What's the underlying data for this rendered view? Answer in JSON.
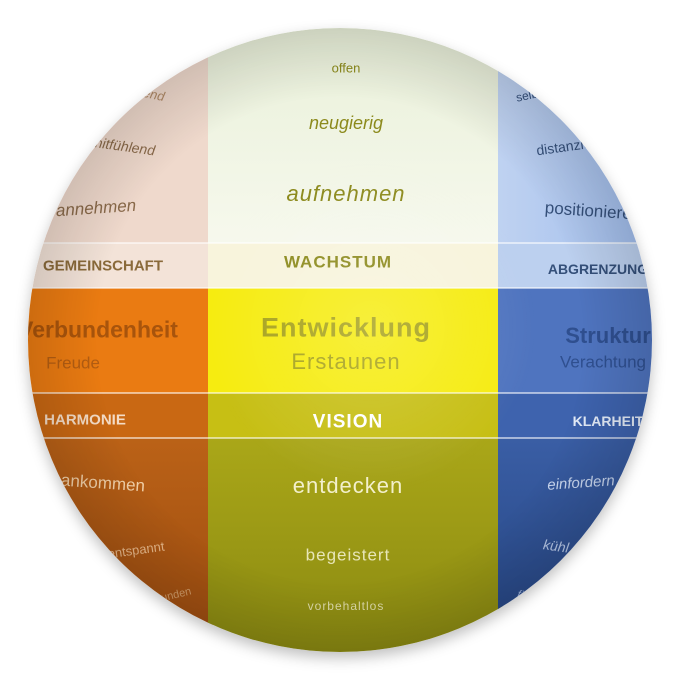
{
  "colors": {
    "top_left": "#efd9cc",
    "top_center": "#f3f7e4",
    "top_right": "#a9c4ee",
    "mid_left": "#ea7b12",
    "mid_center": "#f6ec10",
    "mid_right": "#4f74bf",
    "bottom_left": "#b85d16",
    "bottom_center": "#a4a219",
    "bottom_right": "#30549b",
    "text_brown": "#8a6a3a",
    "text_olive": "#8c8a1c",
    "text_blue_dark": "#35507a"
  },
  "top": {
    "left": [
      "verstehend",
      "mitfühlend",
      "annehmen"
    ],
    "center": [
      "offen",
      "neugierig",
      "aufnehmen"
    ],
    "right": [
      "selbstbewusst",
      "distanziert",
      "positionieren"
    ]
  },
  "band_top": {
    "left": "GEMEINSCHAFT",
    "center": "WACHSTUM",
    "right": "ABGRENZUNG"
  },
  "middle": {
    "left_main": "Verbundenheit",
    "left_sub": "Freude",
    "center_main": "Entwicklung",
    "center_sub": "Erstaunen",
    "right_main": "Struktur",
    "right_sub": "Verachtung"
  },
  "band_bottom": {
    "left": "HARMONIE",
    "center": "VISION",
    "right": "KLARHEIT"
  },
  "bottom": {
    "left": [
      "ankommen",
      "entspannt",
      "verbunden"
    ],
    "center": [
      "entdecken",
      "begeistert",
      "vorbehaltlos"
    ],
    "right": [
      "einfordern",
      "kühl",
      "fixiert"
    ]
  }
}
